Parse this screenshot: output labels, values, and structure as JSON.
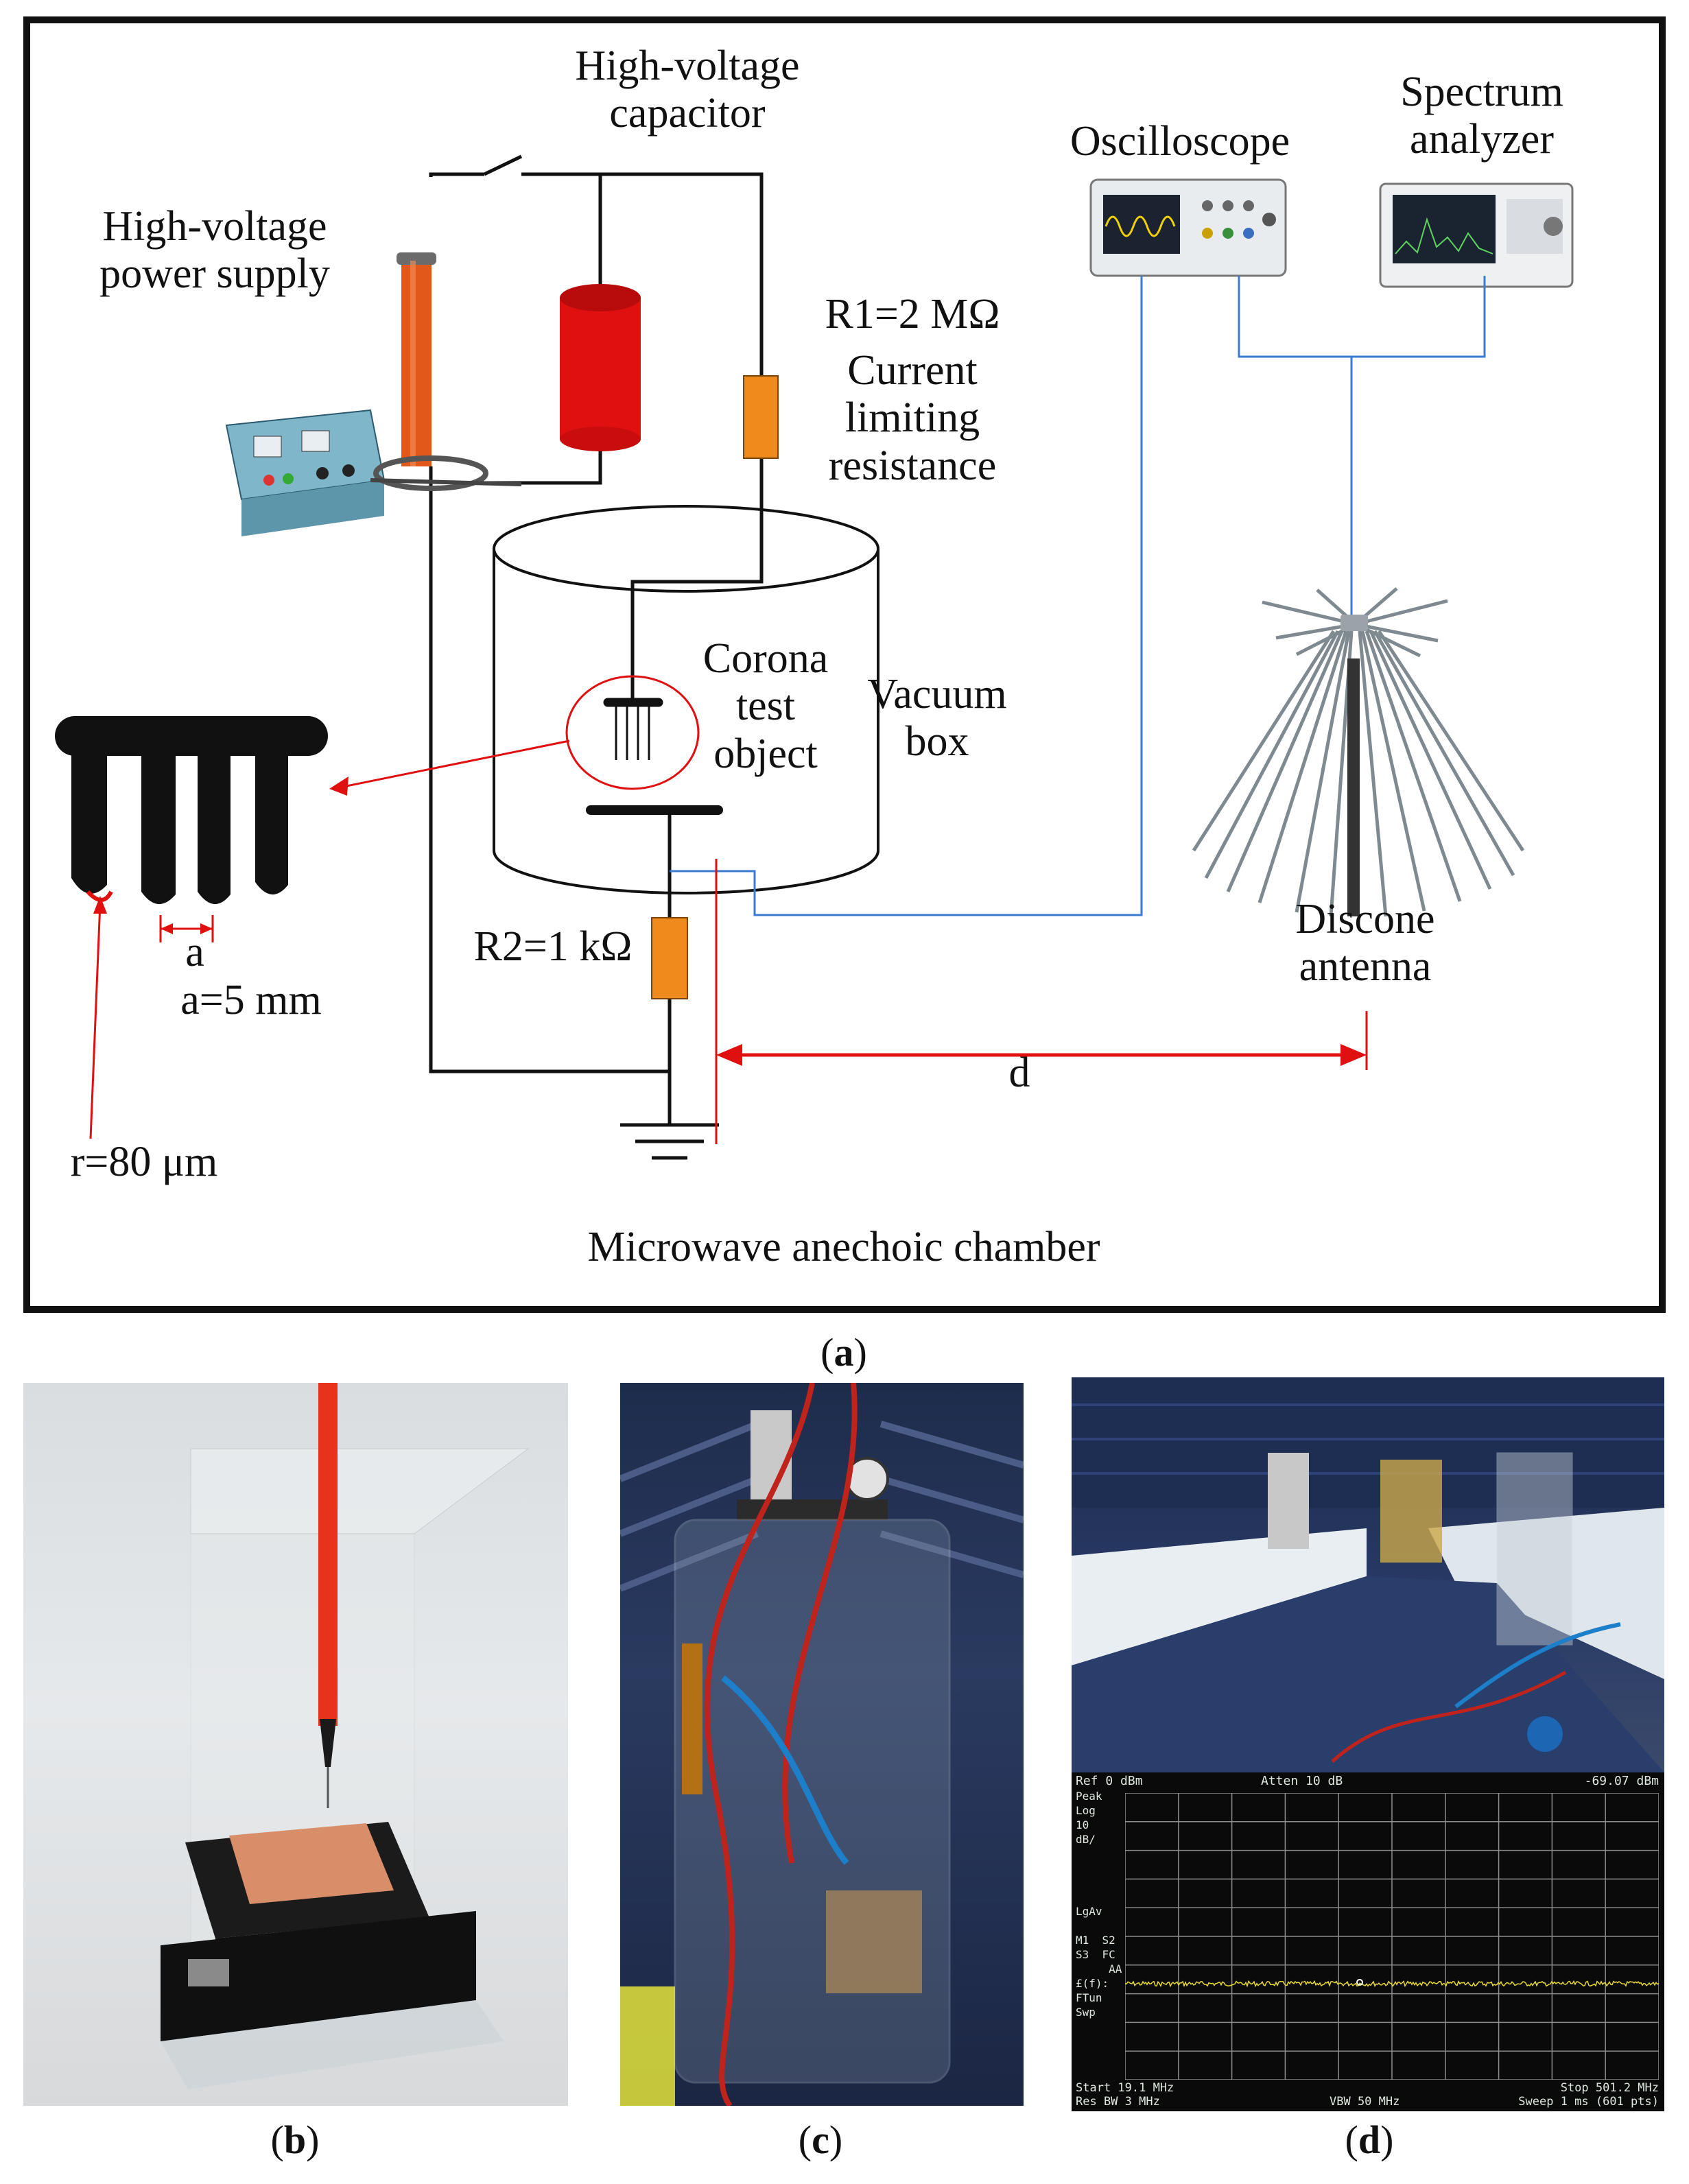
{
  "diagram": {
    "labels": {
      "hv_capacitor": "High-voltage\ncapacitor",
      "hv_power_supply": "High-voltage\npower supply",
      "r1": "R1=2 MΩ",
      "r1_desc": "Current\nlimiting\nresistance",
      "oscilloscope": "Oscilloscope",
      "spectrum_analyzer": "Spectrum\nanalyzer",
      "corona": "Corona\ntest\nobject",
      "vacuum_box": "Vacuum\nbox",
      "discone": "Discone\nantenna",
      "r2": "R2=1 kΩ",
      "a_symbol": "a",
      "a_value": "a=5 mm",
      "radius": "r=80 μm",
      "distance": "d",
      "chamber": "Microwave anechoic chamber"
    },
    "colors": {
      "capacitor": "#e01010",
      "resistor": "#f08a1c",
      "hv_column": "#e2571a",
      "callout": "#e01010",
      "signal_line": "#3b7bd1",
      "wire": "#111111"
    }
  },
  "captions": {
    "a": "a",
    "b": "b",
    "c": "c",
    "d": "d"
  },
  "spectrum_screen": {
    "ref": "Ref 0 dBm",
    "atten": "Atten 10 dB",
    "marker_readout": "-69.07 dBm",
    "side_labels": [
      "Peak",
      "Log",
      "10",
      "dB/",
      "",
      "",
      "",
      "",
      "LgAv",
      "",
      "M1  S2",
      "S3  FC",
      "     AA",
      "£(f):",
      "FTun",
      "Swp"
    ],
    "start": "Start 19.1 MHz",
    "stop": "Stop 501.2 MHz",
    "res_bw": "Res BW 3 MHz",
    "vbw": "VBW 50 MHz",
    "sweep": "Sweep 1 ms (601 pts)"
  }
}
